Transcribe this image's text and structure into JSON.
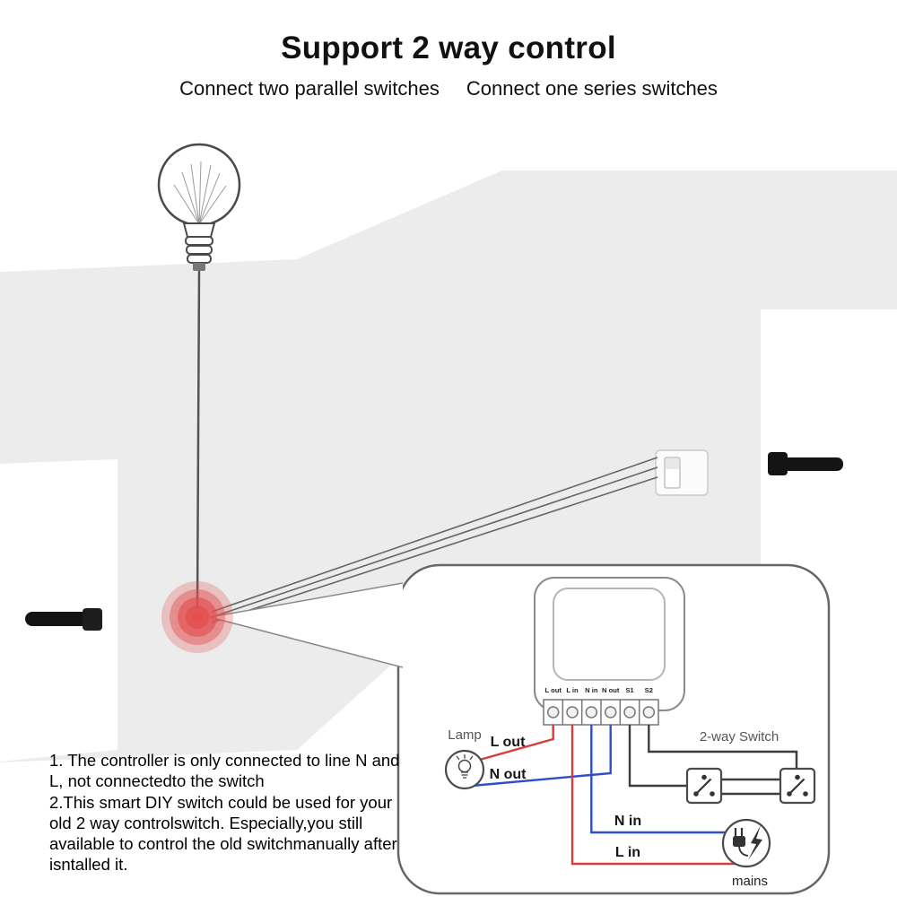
{
  "header": {
    "title": "Support 2 way control",
    "subtitle_left": "Connect two parallel switches",
    "subtitle_right": "Connect one series switches"
  },
  "diagram": {
    "terminals": [
      "L out",
      "L in",
      "N in",
      "N out",
      "S1",
      "S2"
    ],
    "labels": {
      "lamp": "Lamp",
      "l_out": "L out",
      "n_out": "N out",
      "n_in": "N in",
      "l_in": "L in",
      "mains": "mains",
      "two_way_switch": "2-way Switch"
    },
    "colors": {
      "live_wire": "#d93a3a",
      "neutral_wire": "#2f4fc9",
      "switch_wire": "#3c3c3c",
      "glow": "#e25050",
      "wall": "#ececec"
    }
  },
  "notes": {
    "item1": "1. The controller is only connected to line N and L, not connectedto the switch",
    "item2": "2.This smart DIY switch could be used for your old 2 way controlswitch. Especially,you still available to control the old switchmanually after isntalled it."
  }
}
